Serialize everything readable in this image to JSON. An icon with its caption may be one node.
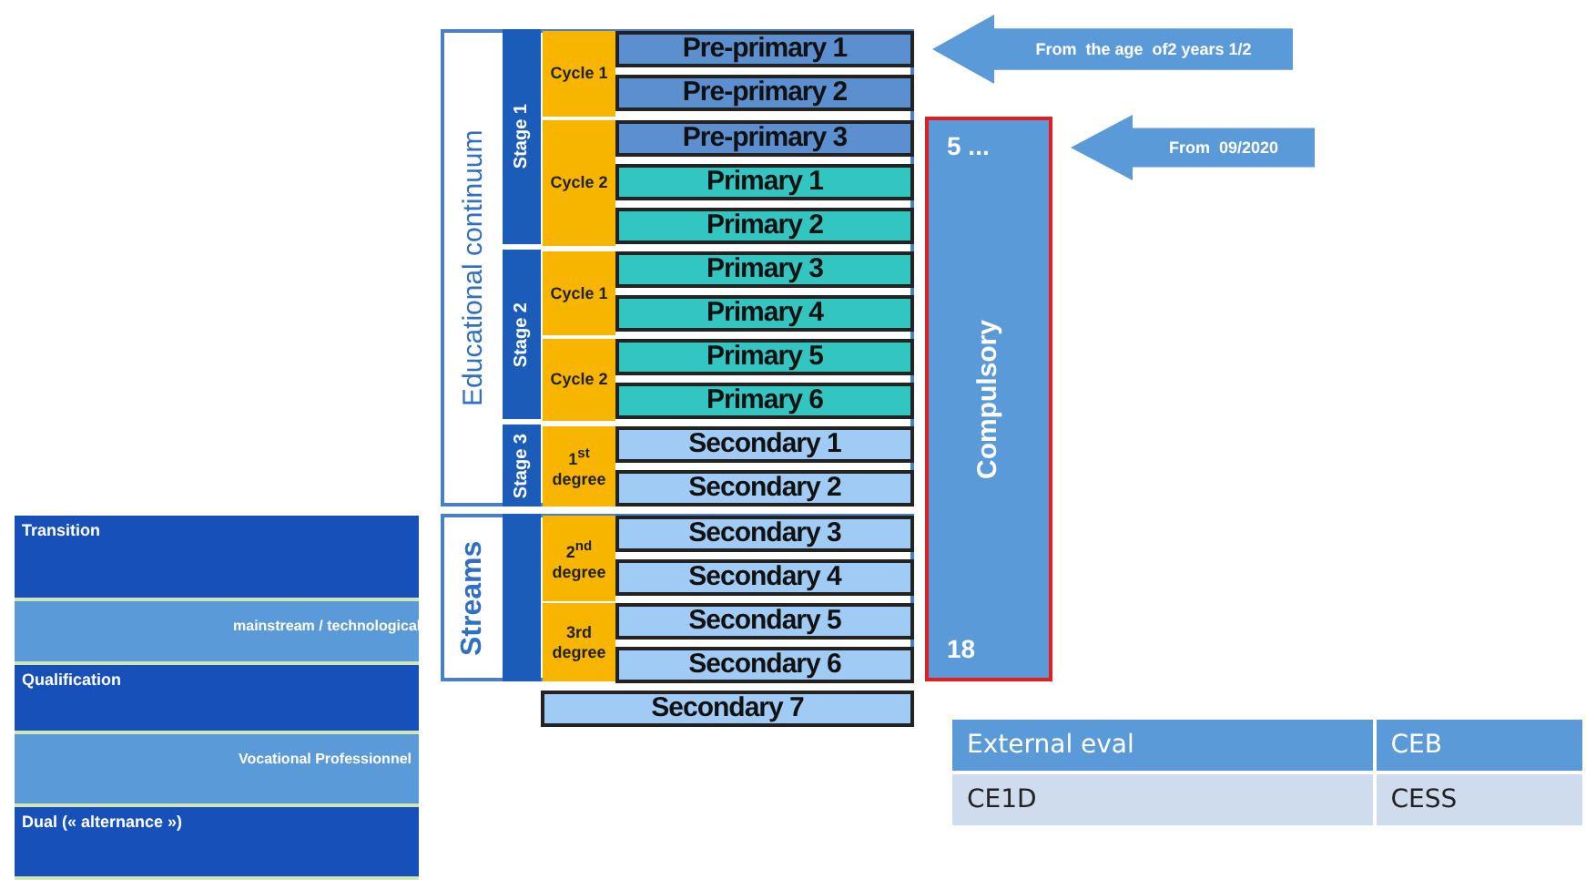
{
  "diagram": {
    "nodes": [
      {
        "text": [
          "Educational continuum"
        ]
      },
      {
        "text": [
          "Stage 1"
        ],
        "in": 0
      },
      {
        "text": [
          "Cycle 1"
        ],
        "in": 0
      },
      {
        "text": [
          "Pre-primary 1"
        ],
        "in": 0
      },
      {
        "text": [
          "Pre-primary 2"
        ],
        "in": 0
      },
      {
        "text": [
          "Cycle 2"
        ],
        "in": 0
      },
      {
        "text": [
          "Pre-primary 3"
        ],
        "in": 0
      },
      {
        "text": [
          "Primary 1"
        ],
        "in": 0
      },
      {
        "text": [
          "Primary 2"
        ],
        "in": 0
      },
      {
        "text": [
          "Stage 2"
        ],
        "in": 0
      },
      {
        "text": [
          "Cycle 1"
        ],
        "in": 0
      },
      {
        "text": [
          "Primary 3"
        ],
        "in": 0
      },
      {
        "text": [
          "Primary 4"
        ],
        "in": 0
      },
      {
        "text": [
          "Cycle 2"
        ],
        "in": 0
      },
      {
        "text": [
          "Primary 5"
        ],
        "in": 0
      },
      {
        "text": [
          "Primary 6"
        ],
        "in": 0
      },
      {
        "text": [
          "Stage 3"
        ],
        "in": 0
      },
      {
        "text": [
          "1$^{st}$ degree"
        ],
        "in": 0
      },
      {
        "text": [
          "Secondary 1"
        ],
        "in": 0
      },
      {
        "text": [
          "Secondary 2"
        ],
        "in": 0
      },
      {
        "text": [
          "Streams"
        ]
      },
      {
        "text": [],
        "shape": "bar",
        "in": 20
      },
      {
        "text": [
          "2$^{nd}$ degree"
        ],
        "in": 20
      },
      {
        "text": [
          "Secondary 3"
        ],
        "in": 20
      },
      {
        "text": [
          "Secondary 4"
        ],
        "in": 20
      },
      {
        "text": [
          "3rd degree"
        ],
        "in": 20
      },
      {
        "text": [
          "Secondary 5"
        ],
        "in": 20
      },
      {
        "text": [
          "Secondary 6"
        ],
        "in": 20
      },
      {
        "text": [
          "Secondary 7"
        ]
      },
      {
        "text": [
          "5 ...",
          "Compulsory",
          "18"
        ]
      },
      {
        "text": [
          "From  the age  of2 years 1/2"
        ]
      },
      {
        "text": [
          "From  09/2020"
        ]
      },
      {
        "text": [
          "Transition"
        ]
      },
      {
        "text": [
          "mainstream / technological"
        ]
      },
      {
        "text": [
          "Qualification"
        ]
      },
      {
        "text": [
          "Vocational Professionnel"
        ]
      },
      {
        "text": [
          "Dual (« alternance »)"
        ]
      }
    ],
    "edges": [],
    "labels": [
      "External eval",
      "CEB",
      "CE1D",
      "CESS"
    ]
  }
}
